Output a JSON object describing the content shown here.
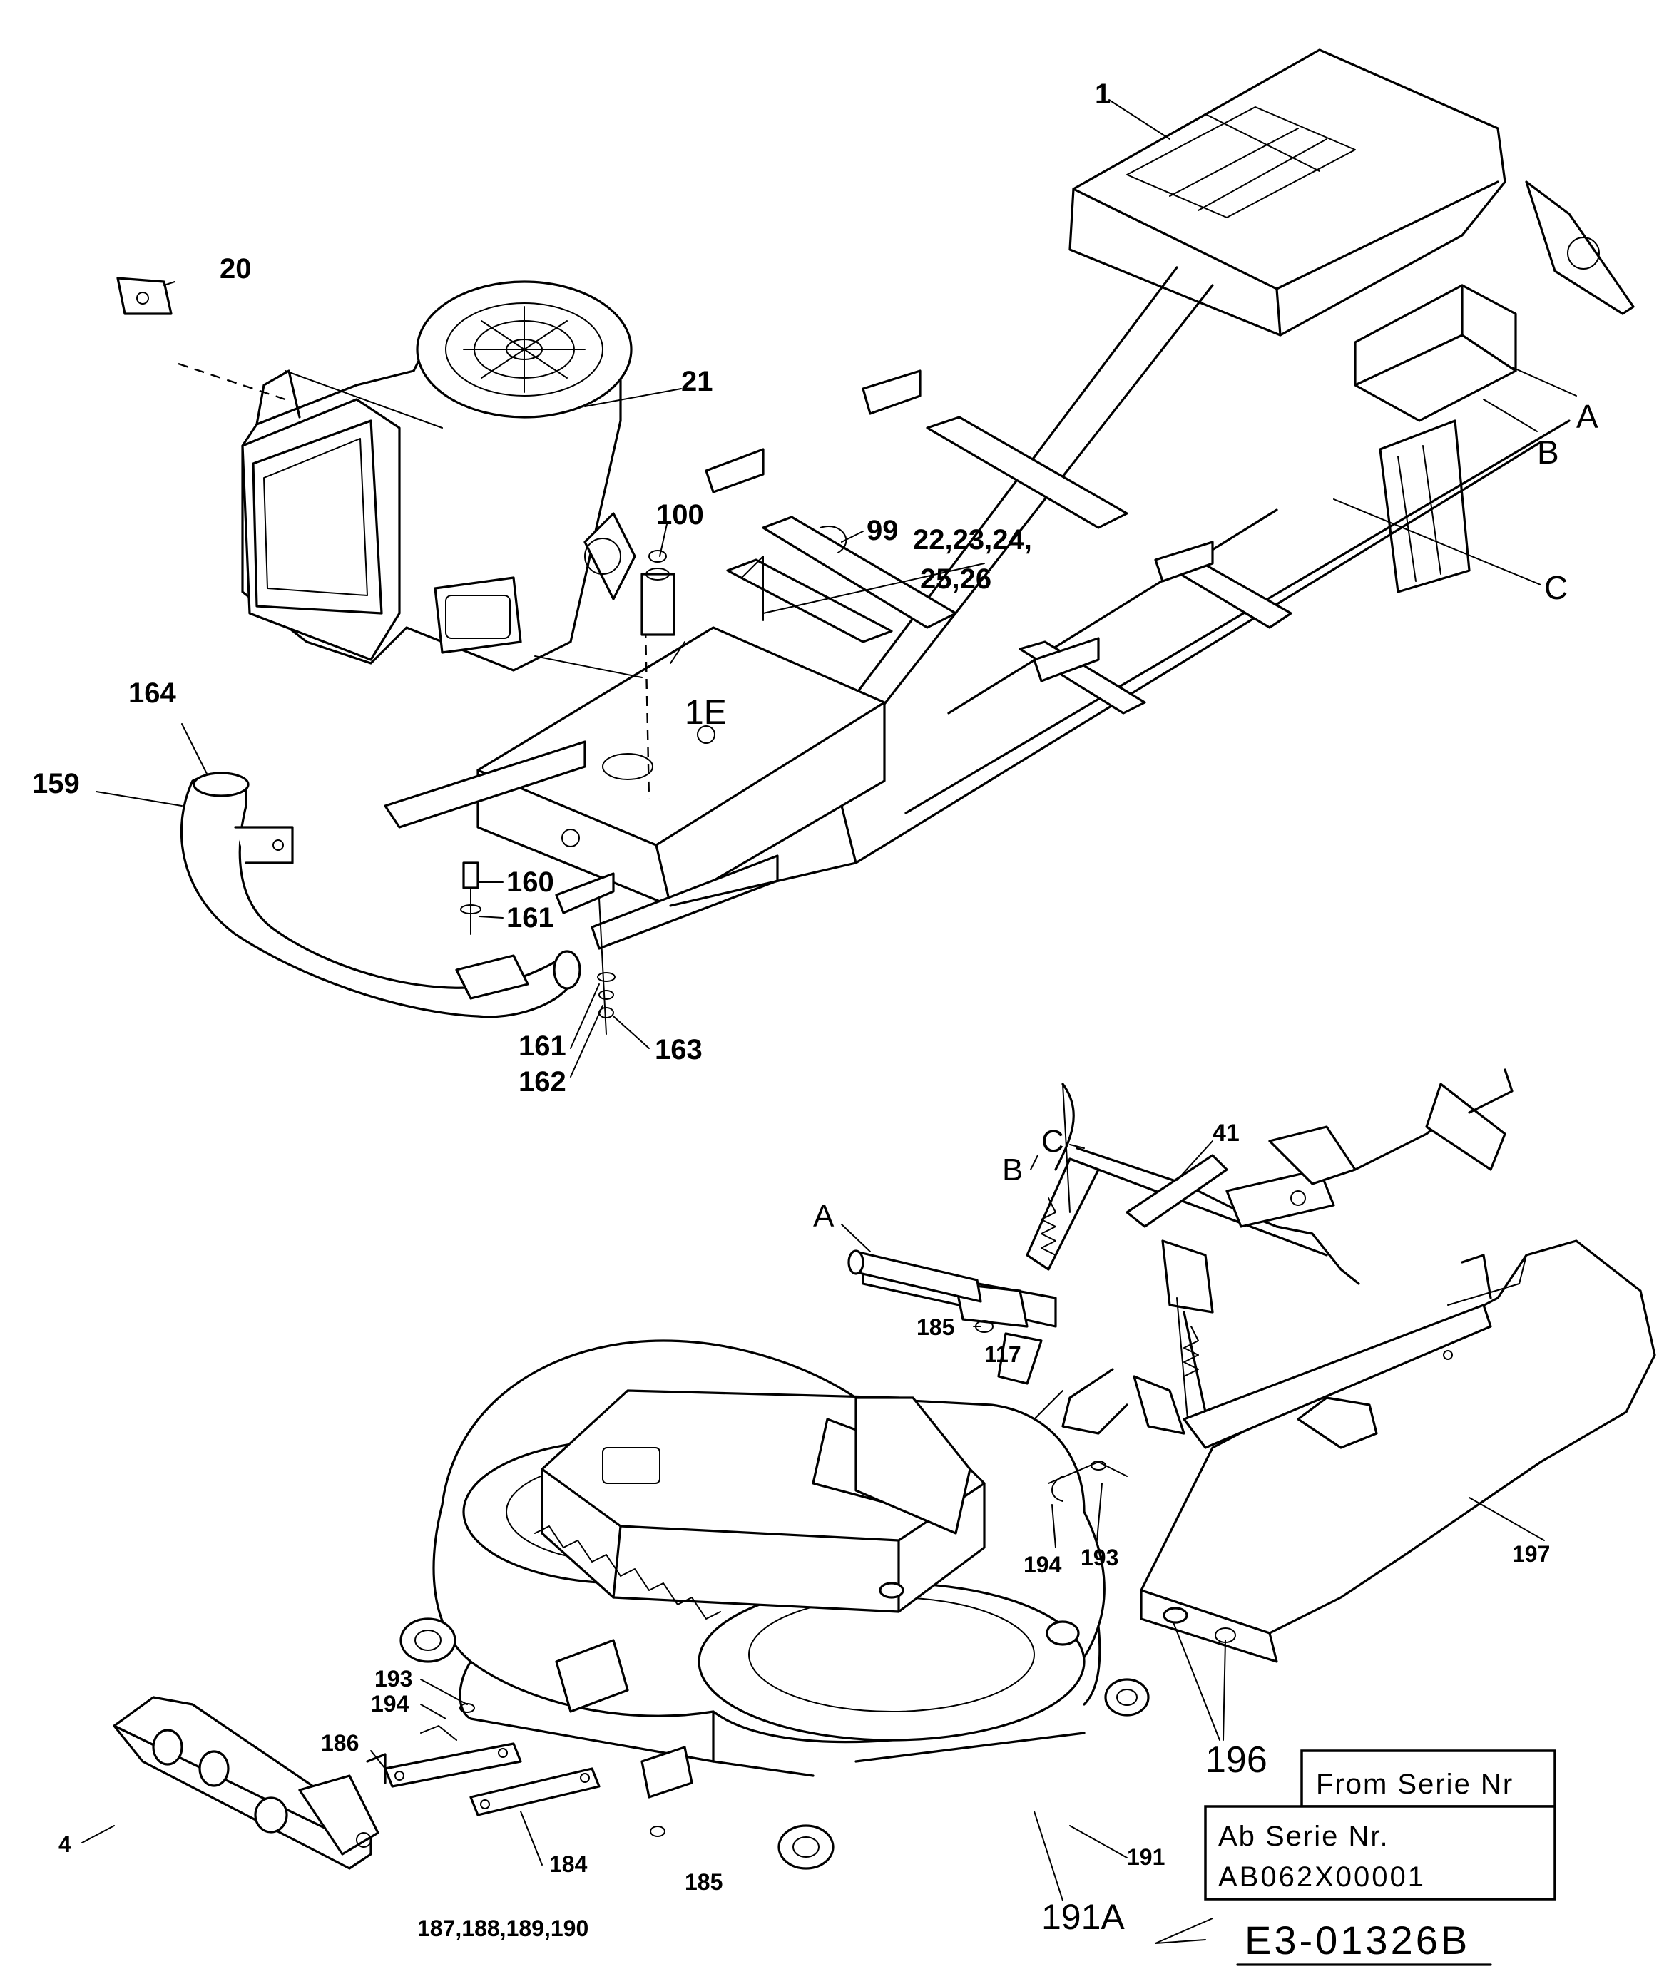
{
  "callouts": {
    "c1": "1",
    "c20": "20",
    "c21": "21",
    "c100": "100",
    "c99": "99",
    "c22_24": "22,23,24,",
    "c25_26": "25,26",
    "c1E": "1E",
    "cA_top": "A",
    "cB_top": "B",
    "cC_top": "C",
    "c164": "164",
    "c159": "159",
    "c160": "160",
    "c161a": "161",
    "c161b": "161",
    "c162": "162",
    "c163": "163",
    "cC_bot": "C",
    "cB_bot": "B",
    "c41": "41",
    "cA_bot": "A",
    "c185a": "185",
    "c117": "117",
    "c194a": "194",
    "c193a": "193",
    "c197": "197",
    "c196": "196",
    "c193b": "193",
    "c194b": "194",
    "c186": "186",
    "c4": "4",
    "c184": "184",
    "c187_190": "187,188,189,190",
    "c185b": "185",
    "c191": "191",
    "c191A": "191A"
  },
  "serial": {
    "from_label": "From Serie Nr",
    "ab_label": "Ab Serie Nr.",
    "number": "AB062X00001"
  },
  "drawing_number": "E3-01326B"
}
